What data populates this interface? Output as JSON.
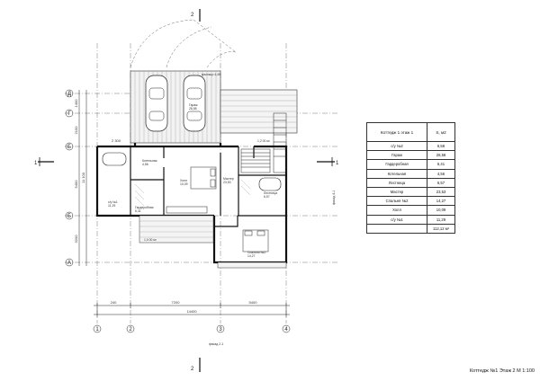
{
  "axes": {
    "horizontal": [
      "Д",
      "Г",
      "Б",
      "Б",
      "А"
    ],
    "vertical": [
      "1",
      "2",
      "3",
      "4"
    ]
  },
  "section_marks": {
    "left": "1",
    "right": "1",
    "top": "2",
    "bottom": "2"
  },
  "dimensions": {
    "bottom_segments": [
      "240",
      "7200",
      "5400"
    ],
    "bottom_total": "14400",
    "left_segments": [
      "1400",
      "2100",
      "5400",
      "3200"
    ],
    "left_total": "11 100",
    "top_small": "2 300",
    "right_note": "фасад 4-1"
  },
  "annotations": {
    "porch_note": "крыльцо 4,45",
    "bottom_note": "фасад 2-1",
    "side_note": "1,0 00 м²",
    "side_note_2": "1,2 00 м²"
  },
  "rooms": [
    {
      "label": "Котельная\n4,56"
    },
    {
      "label": "Холл\n10,09"
    },
    {
      "label": "Гардеробная\n6,41"
    },
    {
      "label": "с/у №1\n11,29"
    },
    {
      "label": "Мастер\n23,53"
    },
    {
      "label": "Спальня №2\n14,27"
    },
    {
      "label": "Лестница\n6,57"
    },
    {
      "label": "Гараж\n28,58"
    }
  ],
  "area_table": {
    "header": {
      "name": "Коттедж 1 этаж 1",
      "area": "S, м2"
    },
    "rows": [
      {
        "name": "с/у №2",
        "area": "6,58"
      },
      {
        "name": "Гараж",
        "area": "28,58"
      },
      {
        "name": "Гардеробная",
        "area": "6,41"
      },
      {
        "name": "Котельная",
        "area": "4,56"
      },
      {
        "name": "Лестница",
        "area": "6,57"
      },
      {
        "name": "Мастер",
        "area": "23,53"
      },
      {
        "name": "Спальня №2",
        "area": "14,27"
      },
      {
        "name": "Холл",
        "area": "10,09"
      },
      {
        "name": "с/у №1",
        "area": "11,29"
      }
    ],
    "total": "112,12 м²"
  },
  "caption": "Коттедж №1 Этаж 2 М 1:100"
}
